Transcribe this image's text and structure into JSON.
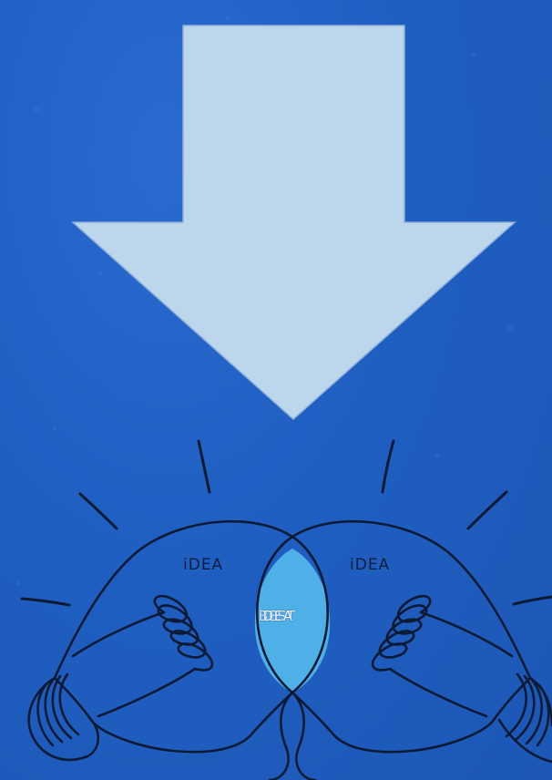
{
  "arrow": {
    "icon": "down-arrow-icon"
  },
  "bulbs": {
    "left_label": "iDEA",
    "right_label": "iDEA",
    "overlap_label_line1": "BEST",
    "overlap_label_line2": "iDEA"
  },
  "colors": {
    "background": "#2060c0",
    "arrow_fill": "#bcd6ec",
    "overlap_fill": "#4fb0e8",
    "outline": "#0d1a33"
  }
}
